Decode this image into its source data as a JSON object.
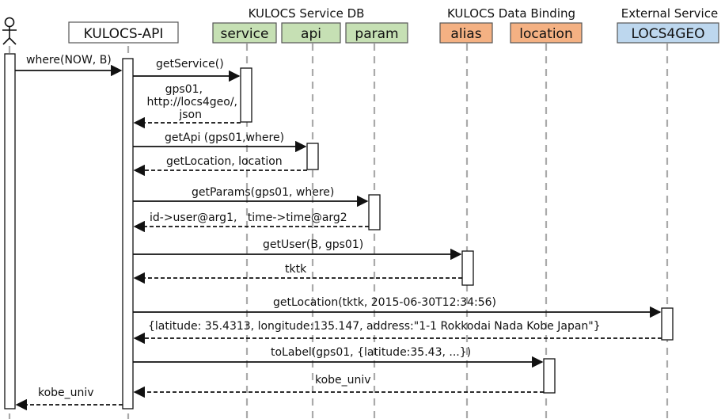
{
  "groups": [
    {
      "label": "KULOCS Service DB"
    },
    {
      "label": "KULOCS Data Binding"
    },
    {
      "label": "External Service"
    }
  ],
  "participants": [
    {
      "label": "KULOCS-API",
      "color": "#ffffff"
    },
    {
      "label": "service",
      "color": "#c6e0b4"
    },
    {
      "label": "api",
      "color": "#c6e0b4"
    },
    {
      "label": "param",
      "color": "#c6e0b4"
    },
    {
      "label": "alias",
      "color": "#f4b183"
    },
    {
      "label": "location",
      "color": "#f4b183"
    },
    {
      "label": "LOCS4GEO",
      "color": "#bdd7ee"
    }
  ],
  "messages": [
    {
      "label": "where(NOW, B)"
    },
    {
      "label": "getService()"
    },
    {
      "label_lines": [
        "gps01,",
        "http://locs4geo/,",
        "json"
      ]
    },
    {
      "label": "getApi (gps01,where)"
    },
    {
      "label": "getLocation, location"
    },
    {
      "label": "getParams(gps01, where)"
    },
    {
      "label": "id->user@arg1,   time->time@arg2"
    },
    {
      "label": "getUser(B, gps01)"
    },
    {
      "label": "tktk"
    },
    {
      "label": "getLocation(tktk, 2015-06-30T12:34:56)"
    },
    {
      "label": "{latitude: 35.4313, longitude:135.147, address:\"1-1 Rokkodai Nada Kobe Japan\"}"
    },
    {
      "label": "toLabel(gps01, {latitude:35.43, ...})"
    },
    {
      "label": "kobe_univ"
    },
    {
      "label": "kobe_univ"
    }
  ]
}
